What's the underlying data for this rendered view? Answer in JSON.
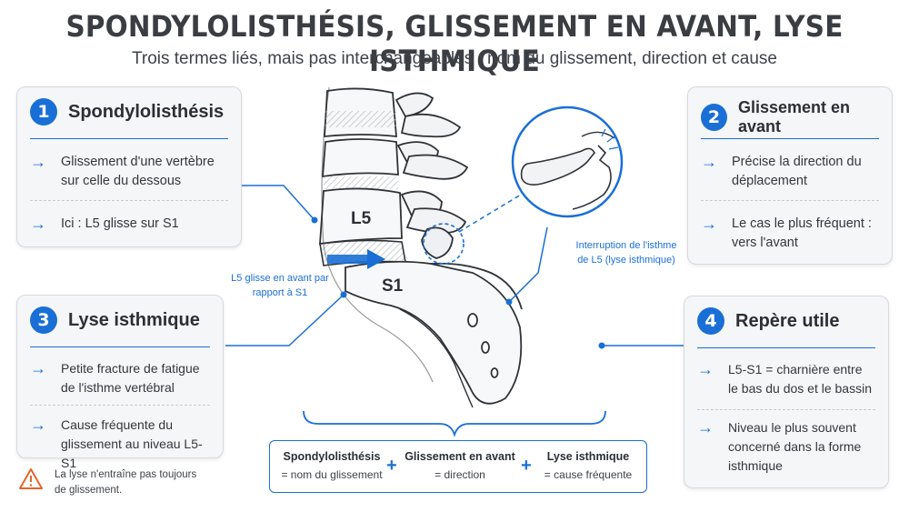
{
  "title": "SPONDYLOLISTHÉSIS, GLISSEMENT EN AVANT, LYSE ISTHMIQUE",
  "subtitle": "Trois termes liés, mais pas interchangeables : nom du glissement, direction et cause",
  "cards": [
    {
      "num": "1",
      "title": "Spondylolisthésis",
      "items": [
        "Glissement d'une vertèbre sur celle du dessous",
        "Ici : L5 glisse sur S1"
      ]
    },
    {
      "num": "2",
      "title": "Glissement en avant",
      "items": [
        "Précise la direction du déplacement",
        "Le cas le plus fréquent : vers l'avant"
      ]
    },
    {
      "num": "3",
      "title": "Lyse isthmique",
      "items": [
        "Petite fracture de fatigue de l'isthme vertébral",
        "Cause fréquente du glissement au niveau L5-S1"
      ]
    },
    {
      "num": "4",
      "title": "Repère utile",
      "items": [
        "L5-S1 = charnière entre le bas du dos et le bassin",
        "Niveau le plus souvent concerné dans la forme isthmique"
      ]
    }
  ],
  "diagram": {
    "l5_label": "L5",
    "s1_label": "S1",
    "slip_note": "L5 glisse en avant par rapport à S1",
    "isthmus_note": "Interruption de l'isthme de L5 (lyse isthmique)"
  },
  "summary": [
    {
      "term": "Spondylolisthésis",
      "meaning": "= nom du glissement"
    },
    {
      "term": "Glissement en avant",
      "meaning": "= direction"
    },
    {
      "term": "Lyse isthmique",
      "meaning": "= cause fréquente"
    }
  ],
  "warning": "La lyse n'entraîne pas toujours de glissement.",
  "accent_color": "#1a6fd6"
}
